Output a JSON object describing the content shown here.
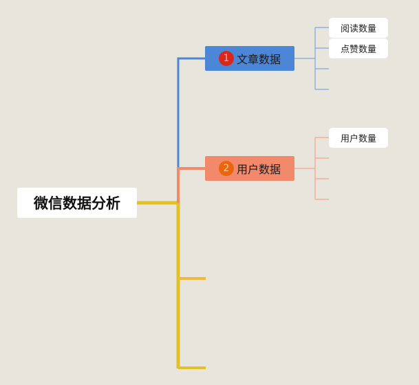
{
  "root": {
    "label": "微信数据分析"
  },
  "branches": [
    {
      "number": "1",
      "label": "文章数据",
      "color": "#4c86d6",
      "children": [
        "阅读数量",
        "点赞数量"
      ]
    },
    {
      "number": "2",
      "label": "用户数据",
      "color": "#f2896a",
      "children": [
        "用户数量"
      ]
    }
  ],
  "colors": {
    "background": "#e8e5dc",
    "root_connector": "#e0c227",
    "empty_branch": "#f0b93a"
  }
}
